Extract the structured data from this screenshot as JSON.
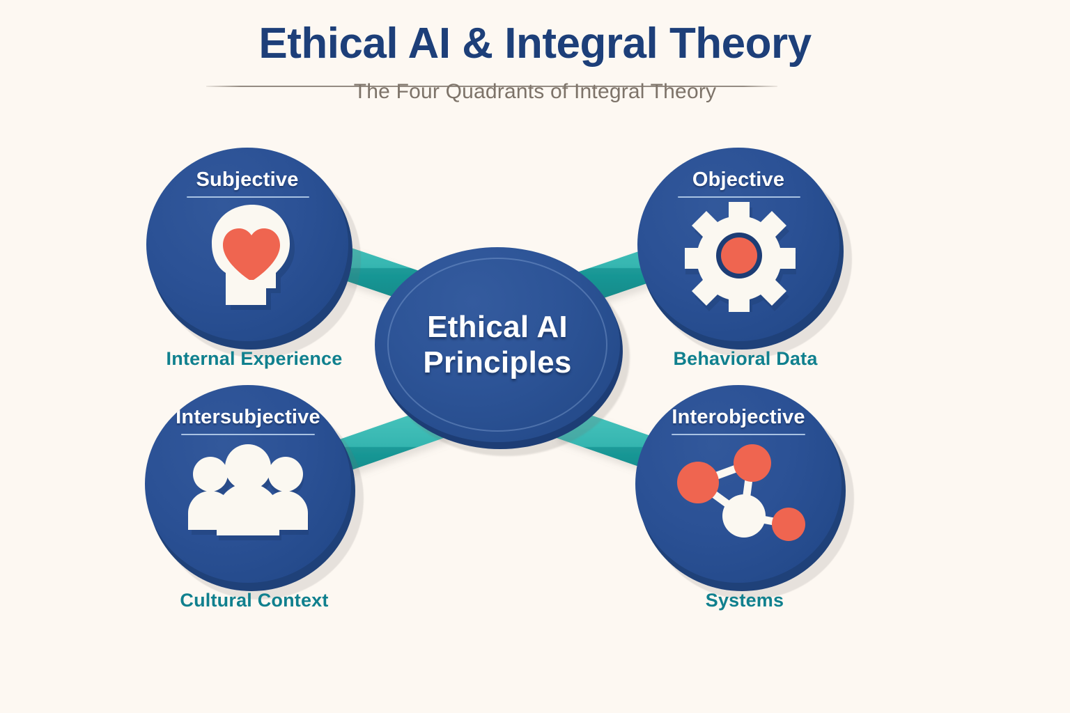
{
  "header": {
    "title": "Ethical AI & Integral Theory",
    "subtitle": "The Four Quadrants of Integral Theory"
  },
  "center": {
    "line1": "Ethical AI",
    "line2": "Principles",
    "name": "ethical-ai-principles-hub"
  },
  "quadrants": [
    {
      "title": "Subjective",
      "caption": "Internal Experience",
      "icon": "head-heart-icon",
      "position": "top-left"
    },
    {
      "title": "Objective",
      "caption": "Behavioral Data",
      "icon": "gear-icon",
      "position": "top-right"
    },
    {
      "title": "Intersubjective",
      "caption": "Cultural Context",
      "icon": "people-group-icon",
      "position": "bottom-left"
    },
    {
      "title": "Interobjective",
      "caption": "Systems",
      "icon": "network-nodes-icon",
      "position": "bottom-right"
    }
  ],
  "colors": {
    "background": "#fdf8f2",
    "title_navy": "#1d3f79",
    "subtitle_gray": "#7d7369",
    "node_navy": "#2b5195",
    "node_navy_dark": "#1f4179",
    "caption_teal": "#10808e",
    "connector_teal_light": "#45bfb8",
    "connector_teal_dark": "#0f8c8c",
    "accent_coral": "#ef6550",
    "icon_cream": "#fbf8f1"
  }
}
